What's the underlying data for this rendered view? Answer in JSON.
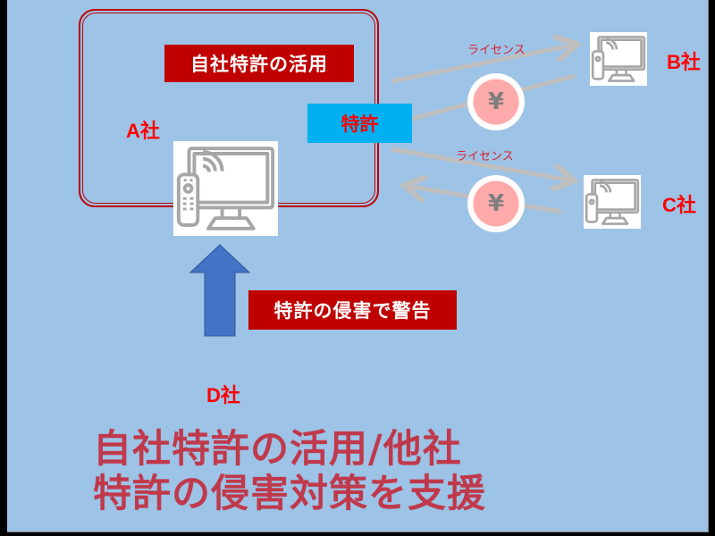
{
  "colors": {
    "background": "#9DC3E6",
    "frame_red": "#C00000",
    "label_red_bg": "#C00000",
    "patent_blue": "#00B0F0",
    "company_text": "#FF0000",
    "license_text": "#E02030",
    "arrow_gray": "#BFBFBF",
    "up_arrow_blue": "#4472C4",
    "coin_pink": "#FFAAAA",
    "yen_gray": "#7F7F7F",
    "title_red": "#C0394B"
  },
  "company_a": {
    "name": "A社",
    "own_patent_label": "自社特許の活用",
    "patent_label": "特許",
    "device_icon": "tv-remote-icon"
  },
  "company_b": {
    "name": "B社",
    "device_icon": "tv-remote-icon"
  },
  "company_c": {
    "name": "C社",
    "device_icon": "tv-remote-icon"
  },
  "company_d": {
    "name": "D社"
  },
  "flows": [
    {
      "from": "A社",
      "to": "B社",
      "label": "ライセンス",
      "type": "license-arrow"
    },
    {
      "from": "B社",
      "to": "A社",
      "label": "¥",
      "type": "payment-line"
    },
    {
      "from": "A社",
      "to": "C社",
      "label": "ライセンス",
      "type": "license-arrow"
    },
    {
      "from": "C社",
      "to": "A社",
      "label": "¥",
      "type": "payment-arrow"
    }
  ],
  "coins": [
    {
      "symbol": "¥"
    },
    {
      "symbol": "¥"
    }
  ],
  "warning_label": "特許の侵害で警告",
  "title": {
    "line1": "自社特許の活用/他社",
    "line2": "特許の侵害対策を支援"
  }
}
